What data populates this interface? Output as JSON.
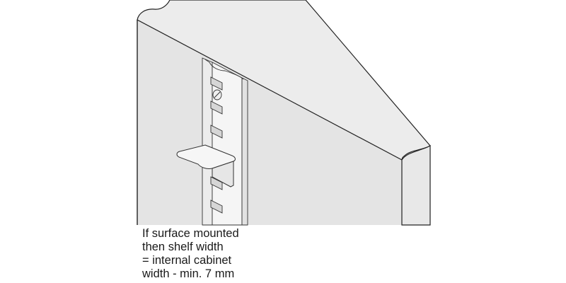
{
  "diagram": {
    "subject": "Surface-mounted shelf support strip with shelf bracket inside cabinet side panel",
    "colors": {
      "panel_face": "#e4e4e4",
      "panel_top": "#ececec",
      "panel_edge": "#e8e8e8",
      "strip": "#f4f4f4",
      "outline": "#222222",
      "background": "#ffffff"
    }
  },
  "caption": {
    "lines": [
      "If surface mounted",
      "then shelf width",
      "= internal cabinet",
      "width - min. 7 mm"
    ]
  }
}
